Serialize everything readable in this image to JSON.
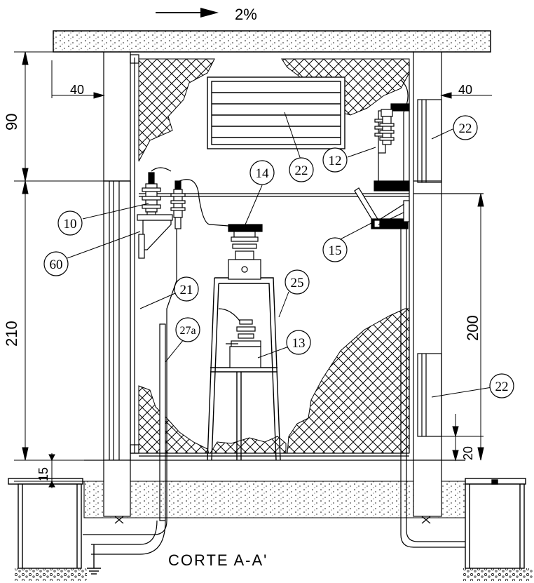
{
  "slope": {
    "text": "2%"
  },
  "section_title": "CORTE A-A'",
  "dimensions": {
    "wall_left": "40",
    "wall_right": "40",
    "upper_height": "90",
    "lower_height": "210",
    "floor_offset": "15",
    "door_height": "200",
    "door_sill": "20"
  },
  "tags": {
    "t10": "10",
    "t60": "60",
    "t21": "21",
    "t27a": "27a",
    "t14": "14",
    "t22_grille": "22",
    "t12": "12",
    "t22_upper": "22",
    "t15": "15",
    "t25": "25",
    "t13": "13",
    "t22_lower": "22"
  },
  "colors": {
    "line": "#000000",
    "background": "#ffffff"
  }
}
